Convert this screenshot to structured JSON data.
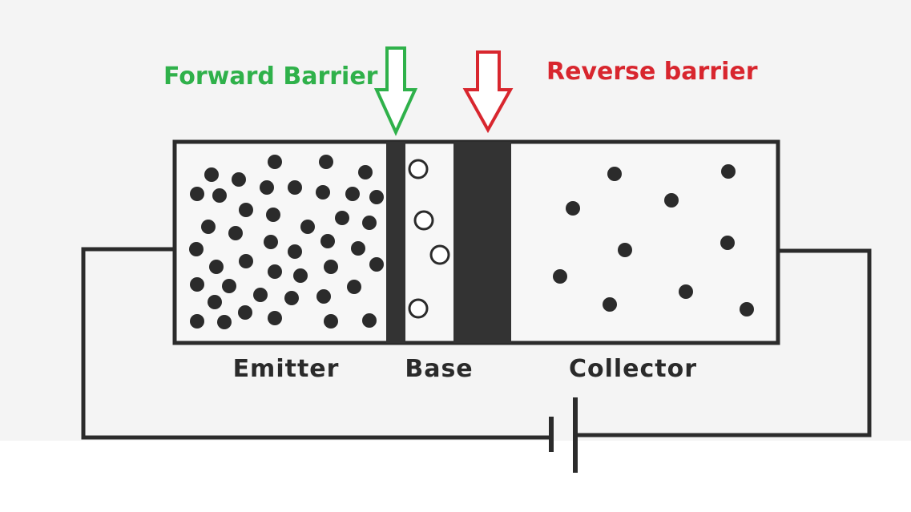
{
  "labels": {
    "forward_barrier": "Forward Barrier",
    "reverse_barrier": "Reverse barrier",
    "emitter": "Emitter",
    "base": "Base",
    "collector": "Collector"
  },
  "colors": {
    "forward": "#2fb14a",
    "reverse": "#d8262e",
    "outline": "#2b2b2b",
    "background_top": "#f4f4f4",
    "background_bottom": "#ffffff"
  },
  "icons": {
    "forward_arrow": "down-arrow-outline-icon",
    "reverse_arrow": "down-arrow-outline-icon",
    "battery": "battery-symbol-icon"
  }
}
